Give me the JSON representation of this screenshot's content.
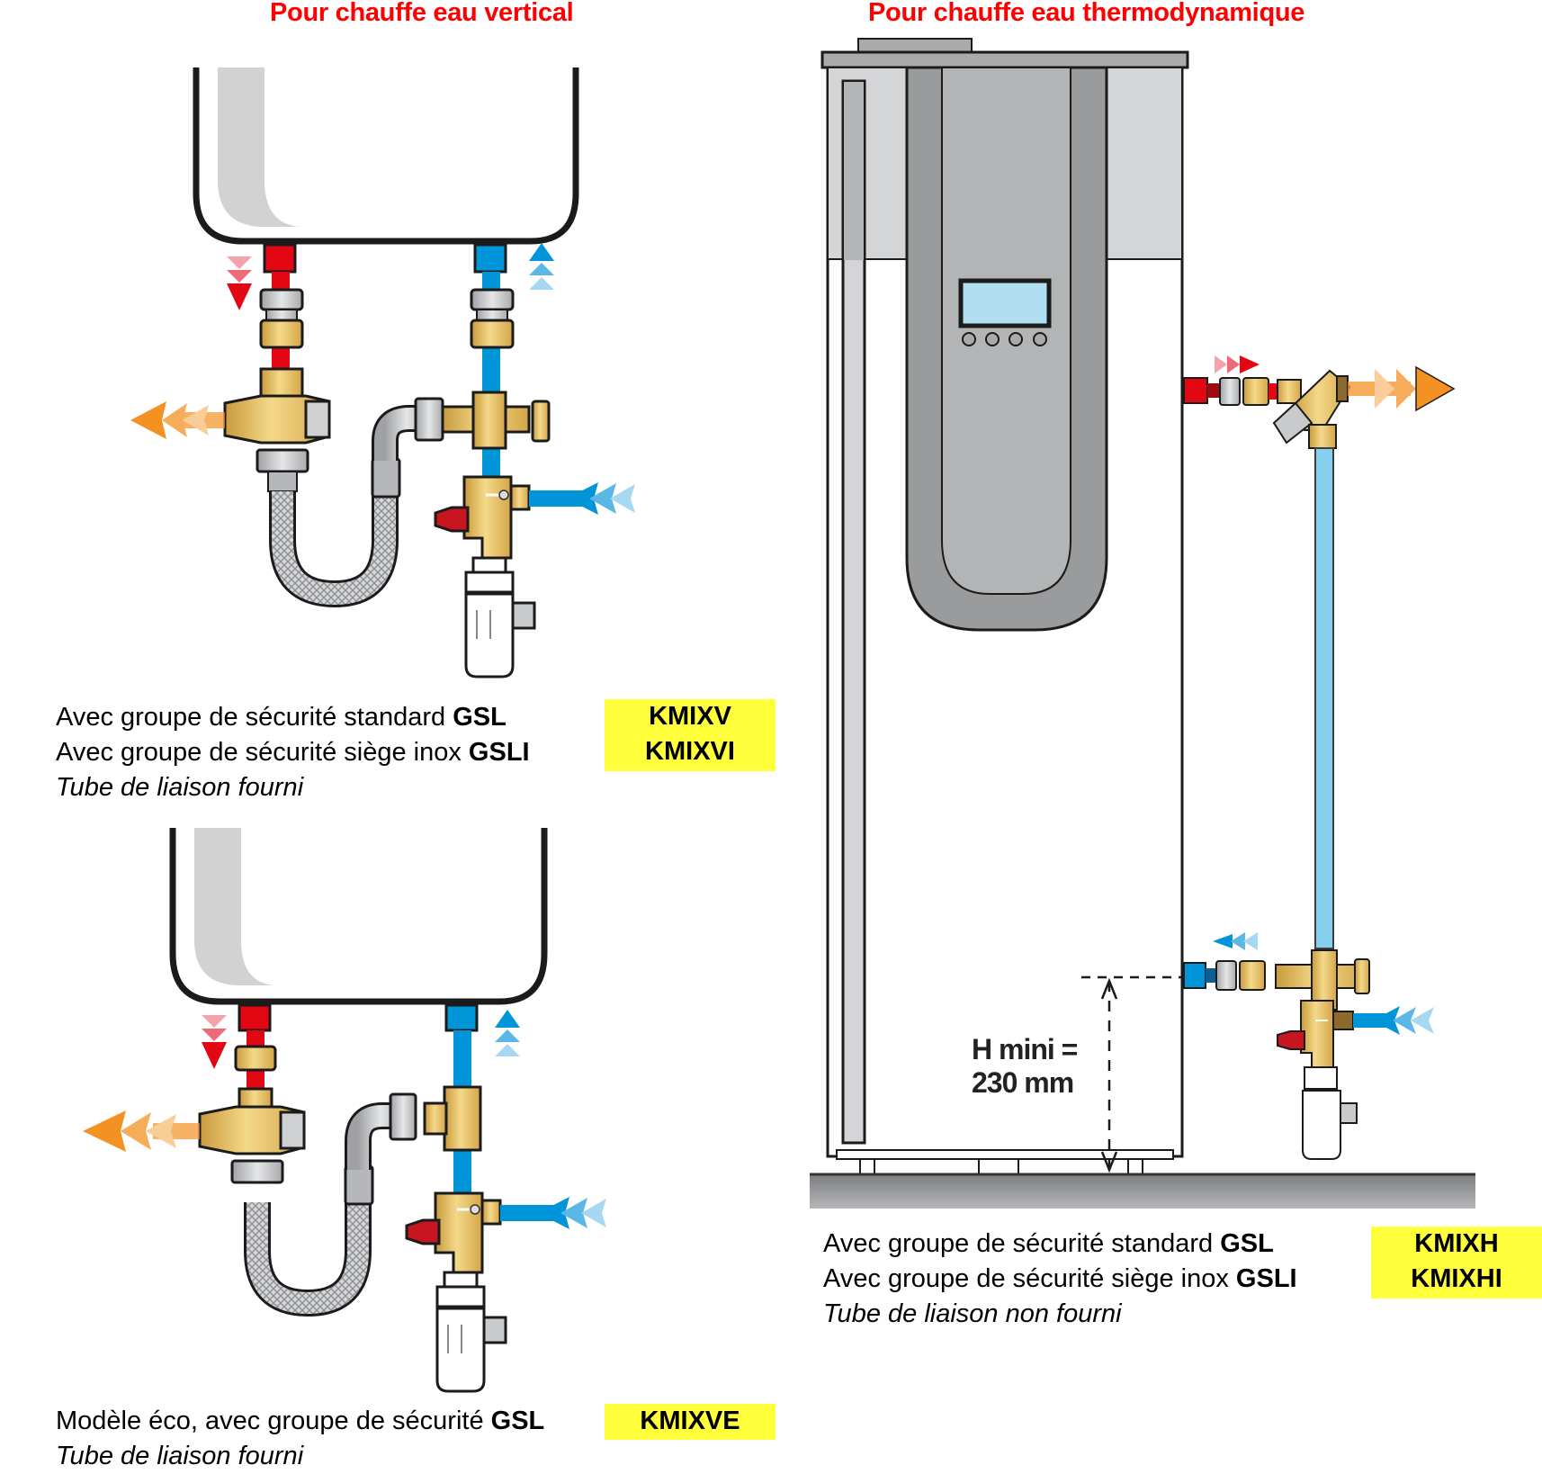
{
  "titles": {
    "left": "Pour chauffe eau vertical",
    "right": "Pour chauffe eau thermodynamique"
  },
  "panels": [
    {
      "id": "vertical-standard",
      "lines": [
        {
          "text": "Avec groupe de sécurité standard ",
          "bold": "GSL"
        },
        {
          "text": "Avec groupe de sécurité siège inox ",
          "bold": "GSLI"
        }
      ],
      "note": "Tube de liaison fourni",
      "refs": [
        "KMIXV",
        "KMIXVI"
      ]
    },
    {
      "id": "vertical-eco",
      "lines": [
        {
          "text": "Modèle éco, avec groupe de sécurité ",
          "bold": "GSL"
        }
      ],
      "note": "Tube de liaison fourni",
      "refs": [
        "KMIXVE"
      ]
    },
    {
      "id": "thermodynamic",
      "lines": [
        {
          "text": "Avec groupe de sécurité standard ",
          "bold": "GSL"
        },
        {
          "text": "Avec groupe de sécurité siège inox ",
          "bold": "GSLI"
        }
      ],
      "note": "Tube de liaison non fourni",
      "refs": [
        "KMIXH",
        "KMIXHI"
      ]
    }
  ],
  "dimension": {
    "label_line1": "H mini =",
    "label_line2": "230 mm"
  },
  "colors": {
    "title_red": "#ff0000",
    "ref_yellow": "#ffff3c",
    "hot": "#e30613",
    "cold": "#0095d9",
    "mixed": "#f39223",
    "brass": "#e8c46a",
    "steel": "#c8c9cb",
    "tank_grey": "#b3b4b6",
    "dark_grey": "#9a9b9d",
    "light_grey": "#d4d5d7",
    "screen_blue": "#b1dff2",
    "connector_pipe": "#86cfee"
  }
}
